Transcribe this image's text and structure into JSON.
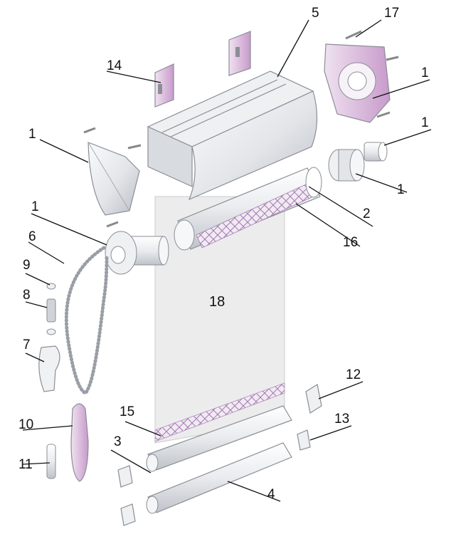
{
  "callouts": [
    {
      "id": "c5",
      "text": "5"
    },
    {
      "id": "c17",
      "text": "17"
    },
    {
      "id": "c14",
      "text": "14"
    },
    {
      "id": "c1a",
      "text": "1"
    },
    {
      "id": "c1b",
      "text": "1"
    },
    {
      "id": "c1c",
      "text": "1"
    },
    {
      "id": "c1d",
      "text": "1"
    },
    {
      "id": "c1e",
      "text": "1"
    },
    {
      "id": "c2",
      "text": "2"
    },
    {
      "id": "c16",
      "text": "16"
    },
    {
      "id": "c6",
      "text": "6"
    },
    {
      "id": "c9",
      "text": "9"
    },
    {
      "id": "c8",
      "text": "8"
    },
    {
      "id": "c7",
      "text": "7"
    },
    {
      "id": "c18",
      "text": "18"
    },
    {
      "id": "c12",
      "text": "12"
    },
    {
      "id": "c15",
      "text": "15"
    },
    {
      "id": "c13",
      "text": "13"
    },
    {
      "id": "c10",
      "text": "10"
    },
    {
      "id": "c3",
      "text": "3"
    },
    {
      "id": "c11",
      "text": "11"
    },
    {
      "id": "c4",
      "text": "4"
    }
  ],
  "colors": {
    "metal_light": "#f3f4f6",
    "metal_mid": "#d9dbe0",
    "metal_dark": "#a7abb3",
    "accent_pink": "#d6b3d8",
    "fabric": "#ececed",
    "tape": "#caa7d3",
    "outline": "#8a8e96"
  }
}
